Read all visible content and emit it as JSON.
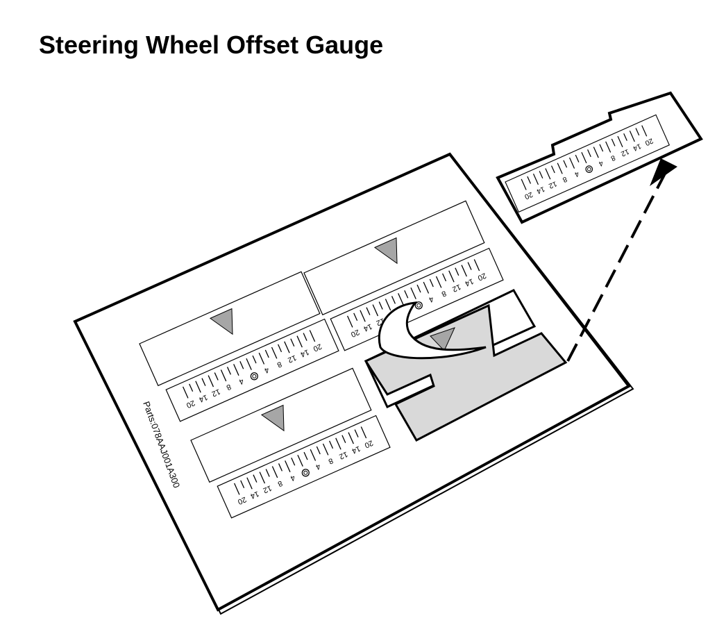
{
  "title": "Steering Wheel Offset Gauge",
  "part_number": "Parts:078AAJ001A300",
  "scale_labels": [
    "20",
    "14",
    "12",
    "8",
    "4",
    "4",
    "8",
    "12",
    "14",
    "20"
  ],
  "colors": {
    "line": "#000000",
    "paper": "#ffffff",
    "cutout_fill": "#d9d9d9",
    "pointer_fill": "#a6a6a6"
  }
}
